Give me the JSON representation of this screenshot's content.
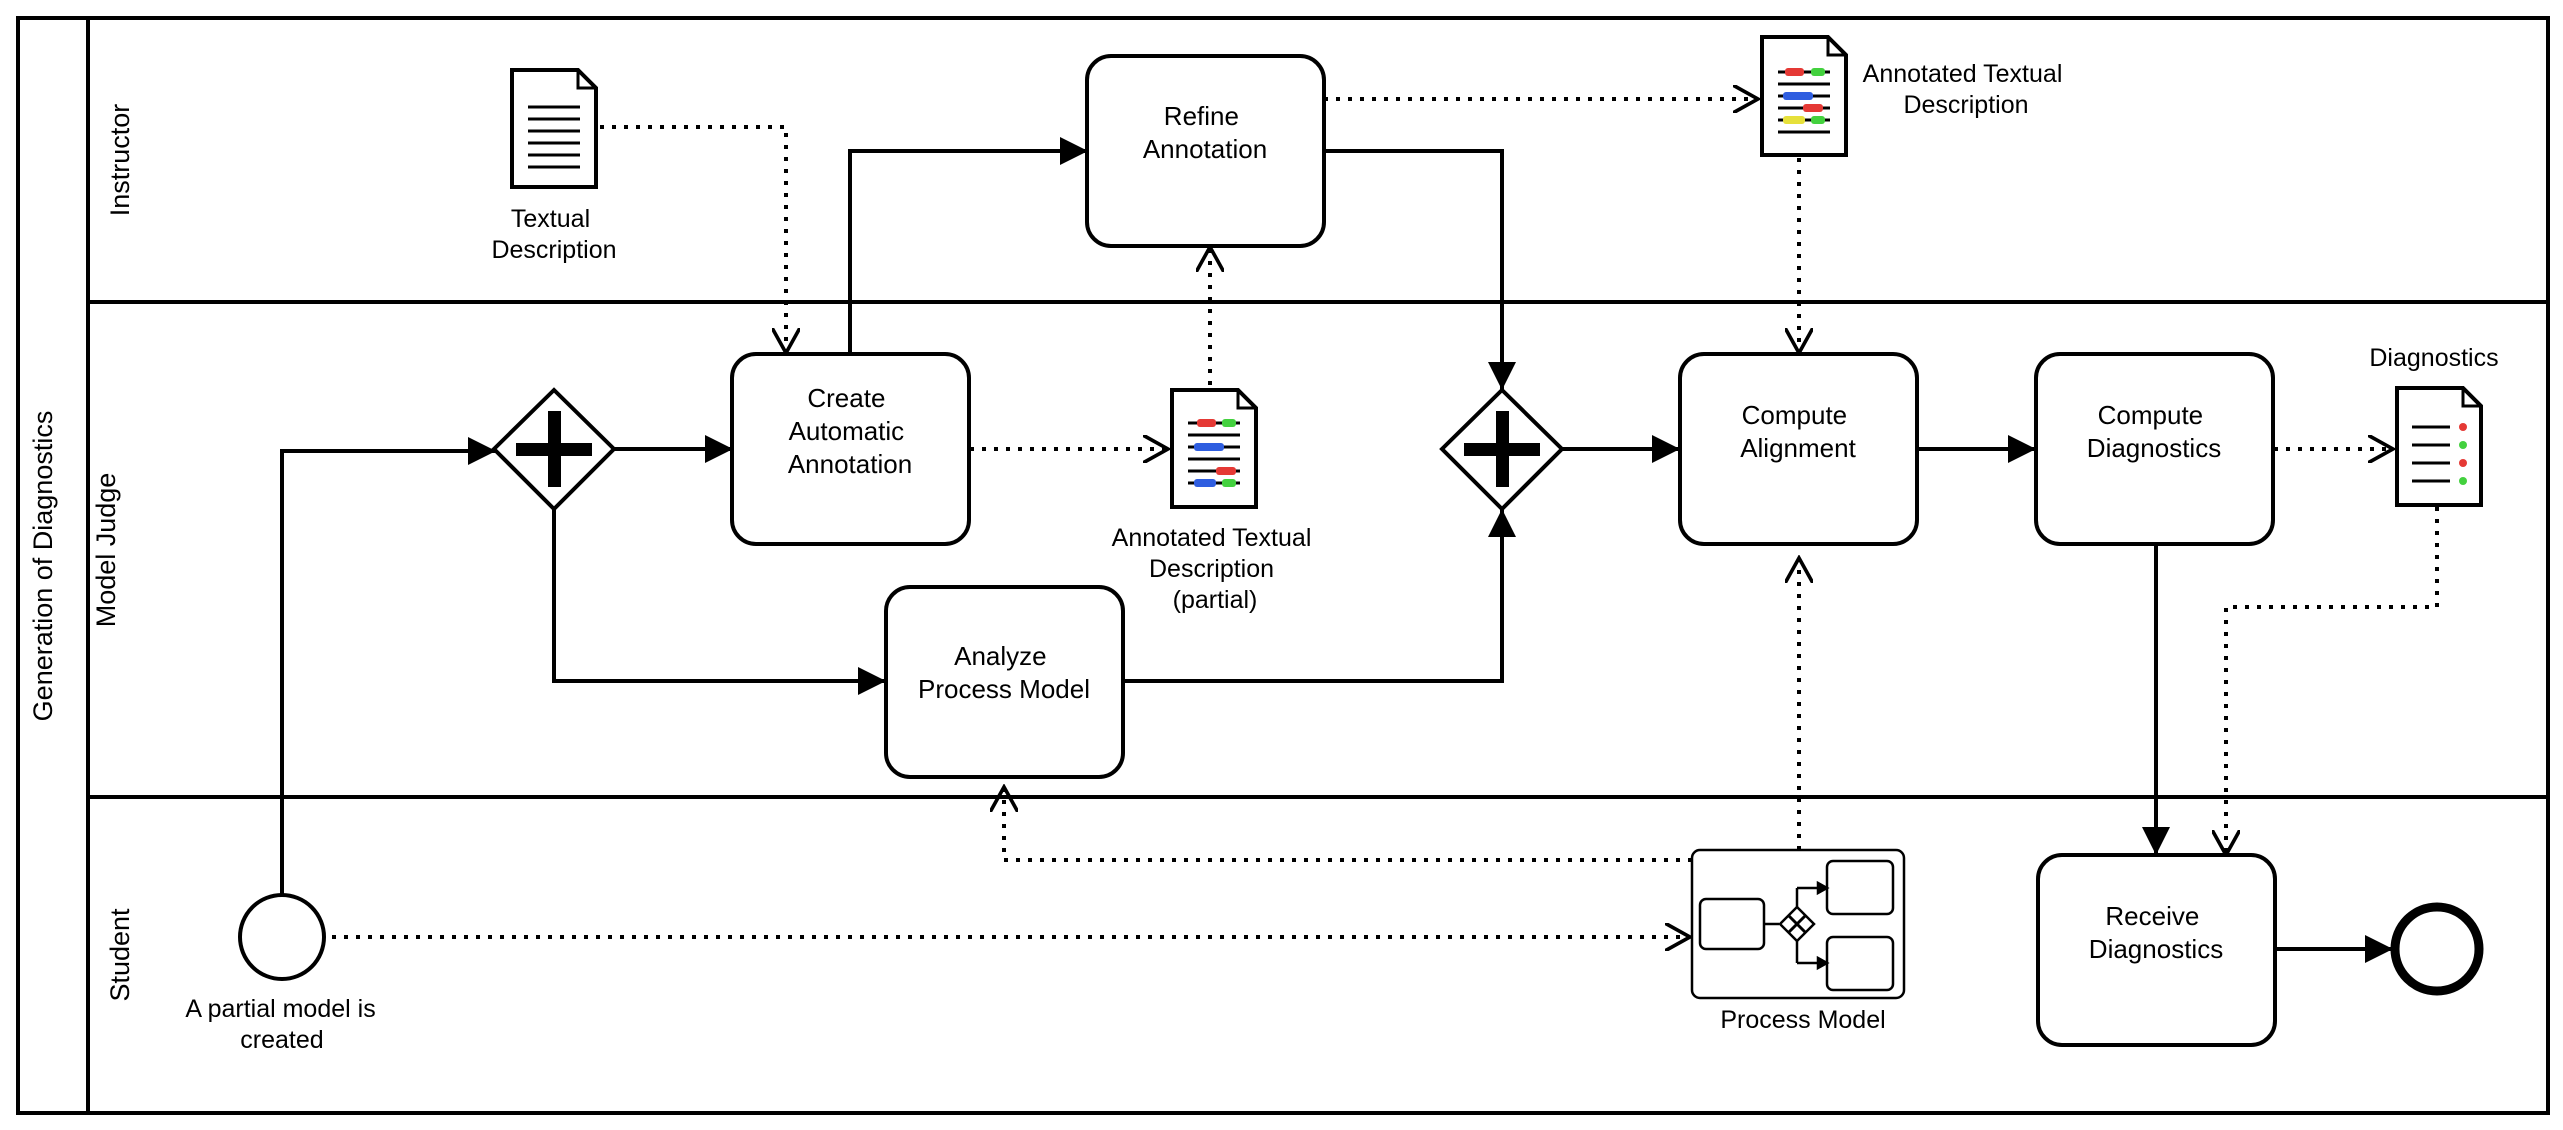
{
  "pool": {
    "label": "Generation of Diagnostics"
  },
  "lanes": {
    "instructor": "Instructor",
    "model_judge": "Model Judge",
    "student": "Student"
  },
  "tasks": {
    "refine": [
      "Refine",
      "Annotation"
    ],
    "create": [
      "Create",
      "Automatic",
      "Annotation"
    ],
    "analyze": [
      "Analyze",
      "Process Model"
    ],
    "align": [
      "Compute",
      "Alignment"
    ],
    "diag": [
      "Compute",
      "Diagnostics"
    ],
    "receive": [
      "Receive",
      "Diagnostics"
    ]
  },
  "data_objects": {
    "textual": [
      "Textual",
      "Description"
    ],
    "annotated_top": [
      "Annotated Textual",
      "Description"
    ],
    "annotated_partial": [
      "Annotated Textual",
      "Description",
      "(partial)"
    ],
    "diagnostics": [
      "Diagnostics"
    ],
    "process_model": [
      "Process Model"
    ]
  },
  "events": {
    "start": [
      "A partial model is",
      "created"
    ]
  },
  "colors": {
    "stroke": "#000000",
    "annot_red": "#e53935",
    "annot_green": "#43d13e",
    "annot_blue": "#2f5ee0",
    "annot_yellow": "#e6e03a"
  }
}
